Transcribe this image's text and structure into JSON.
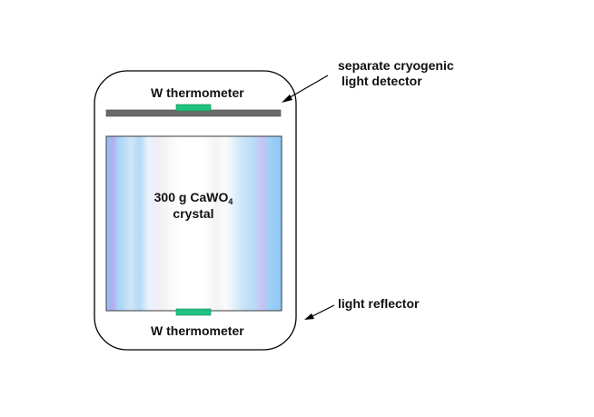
{
  "labels": {
    "top_thermometer": "W thermometer",
    "bottom_thermometer": "W thermometer",
    "light_detector_line1": "separate cryogenic",
    "light_detector_line2": "light detector",
    "light_reflector": "light reflector"
  },
  "crystal": {
    "mass": "300 g",
    "formula_prefix": "CaWO",
    "formula_subscript": "4",
    "noun": "crystal"
  },
  "colors": {
    "housing_outline": "#000000",
    "detector_plate": "#6b6b6b",
    "thermometer_pad": "#1fc27e",
    "crystal_edge_blue": "#8ec8f5",
    "crystal_core": "#ffffff"
  }
}
